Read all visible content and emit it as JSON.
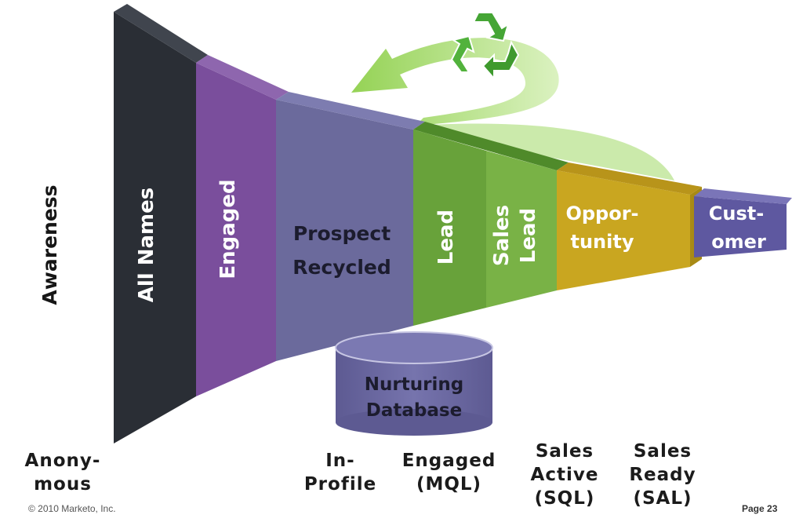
{
  "stages": {
    "awareness": "Awareness",
    "all_names": "All Names",
    "engaged": "Engaged",
    "prospect_1": "Prospect",
    "prospect_2": "Recycled",
    "lead": "Lead",
    "sales_lead_1": "Sales",
    "sales_lead_2": "Lead",
    "opportunity_1": "Oppor-",
    "opportunity_2": "tunity",
    "customer_1": "Cust-",
    "customer_2": "omer"
  },
  "database": {
    "line1": "Nurturing",
    "line2": "Database"
  },
  "bottom_labels": {
    "anonymous_1": "Anony-",
    "anonymous_2": "mous",
    "inprofile_1": "In-",
    "inprofile_2": "Profile",
    "engaged_1": "Engaged",
    "engaged_2": "(MQL)",
    "sal_active_1": "Sales",
    "sal_active_2": "Active",
    "sal_active_3": "(SQL)",
    "sal_ready_1": "Sales",
    "sal_ready_2": "Ready",
    "sal_ready_3": "(SAL)"
  },
  "footer": {
    "copyright": "© 2010 Marketo, Inc.",
    "page": "Page 23"
  },
  "colors": {
    "dark": "#2a2e35",
    "purple": "#7a4e9c",
    "lavender": "#6b6a9c",
    "green": "#6aa63c",
    "green_light": "#79b246",
    "gold": "#c9a620",
    "indigo": "#5e58a0",
    "arrow": "#b5e08a"
  },
  "icons": {
    "recycle": "recycle-icon"
  }
}
